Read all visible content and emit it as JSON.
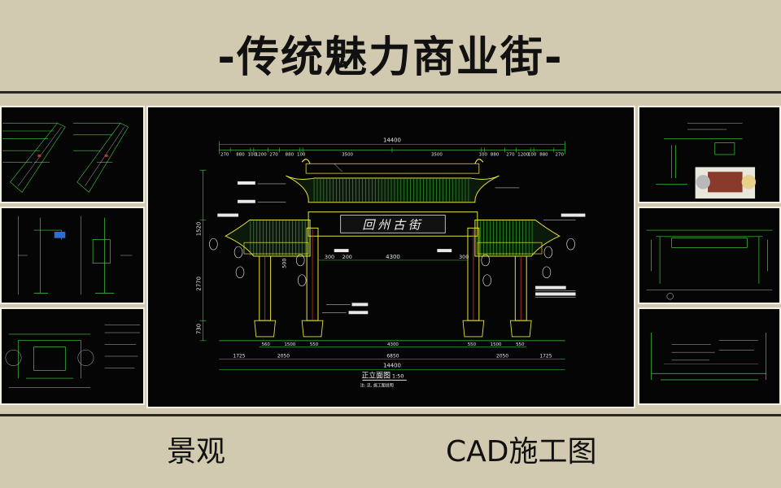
{
  "header": {
    "title": "-传统魅力商业街-"
  },
  "footer": {
    "left_label": "景观",
    "right_label": "CAD施工图"
  },
  "center_drawing": {
    "sign_text": "回州古街",
    "top_total": "14400",
    "top_dims": [
      "270",
      "880",
      "100",
      "1200",
      "270",
      "880",
      "100",
      "3500",
      "3500",
      "100",
      "880",
      "270",
      "1200",
      "100",
      "880",
      "270"
    ],
    "mid_dims": [
      "4300",
      "300",
      "300"
    ],
    "mid_dim_side": "200",
    "bottom_dims_1": [
      "560",
      "1500",
      "550",
      "4300",
      "550",
      "1500",
      "550"
    ],
    "bottom_dims_2": [
      "1725",
      "2050",
      "6850",
      "2050",
      "1725"
    ],
    "bottom_total": "14400",
    "left_dims": [
      "1520",
      "2770",
      "730"
    ],
    "mid_500": "500",
    "view_title": "正立面图",
    "view_scale": "1:50",
    "note": "注: 见, 施工图说明"
  },
  "colors": {
    "background": "#d2c9b1",
    "panel_bg": "#050505",
    "cad_green": "#3fd13f",
    "cad_yellow": "#e6e23a",
    "cad_white": "#e8e8e8",
    "cad_red": "#c23a2a"
  }
}
